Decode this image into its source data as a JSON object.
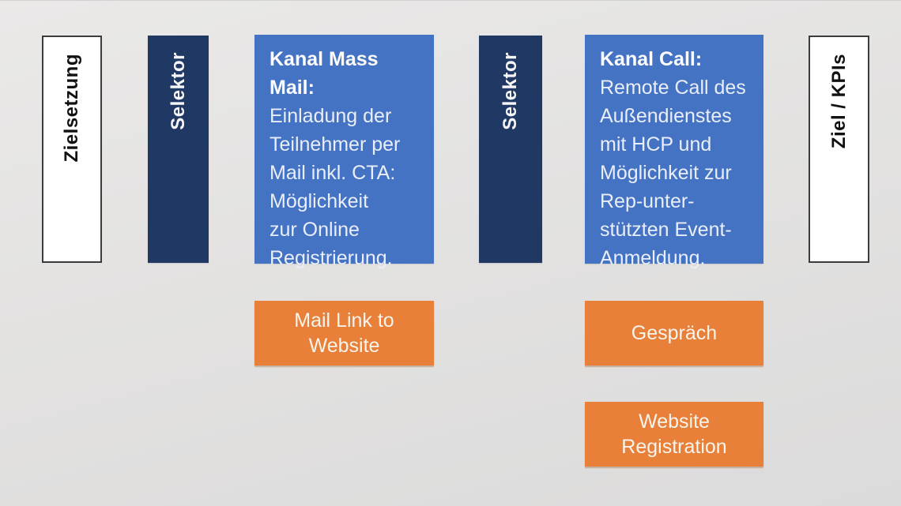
{
  "slide": {
    "stages": {
      "zielsetzung": {
        "label": "Zielsetzung"
      },
      "selektor_left": {
        "label": "Selektor"
      },
      "selektor_right": {
        "label": "Selektor"
      },
      "ziel_kpis": {
        "label": "Ziel / KPIs"
      }
    },
    "channels": {
      "mass_mail": {
        "title": "Kanal Mass\nMail:",
        "description": "Einladung der\nTeilnehmer per\nMail inkl. CTA:\nMöglichkeit\nzur Online\nRegistrierung.",
        "touchpoints": [
          "Mail Link to\nWebsite"
        ]
      },
      "call": {
        "title": "Kanal Call:",
        "description": "Remote Call des\nAußendienstes\nmit HCP und\nMöglichkeit zur\nRep-unter-\nstützten Event-\nAnmeldung.",
        "touchpoints": [
          "Gespräch",
          "Website\nRegistration"
        ]
      }
    },
    "colors": {
      "navy": "#1f3864",
      "blue": "#4573c4",
      "orange": "#e8803a",
      "white_box_background": "#ffffff",
      "white_box_border": "#3c3c3c",
      "background": "#e2e1e0",
      "text_on_color": "#f5f3ec",
      "text_on_white": "#111111"
    }
  }
}
